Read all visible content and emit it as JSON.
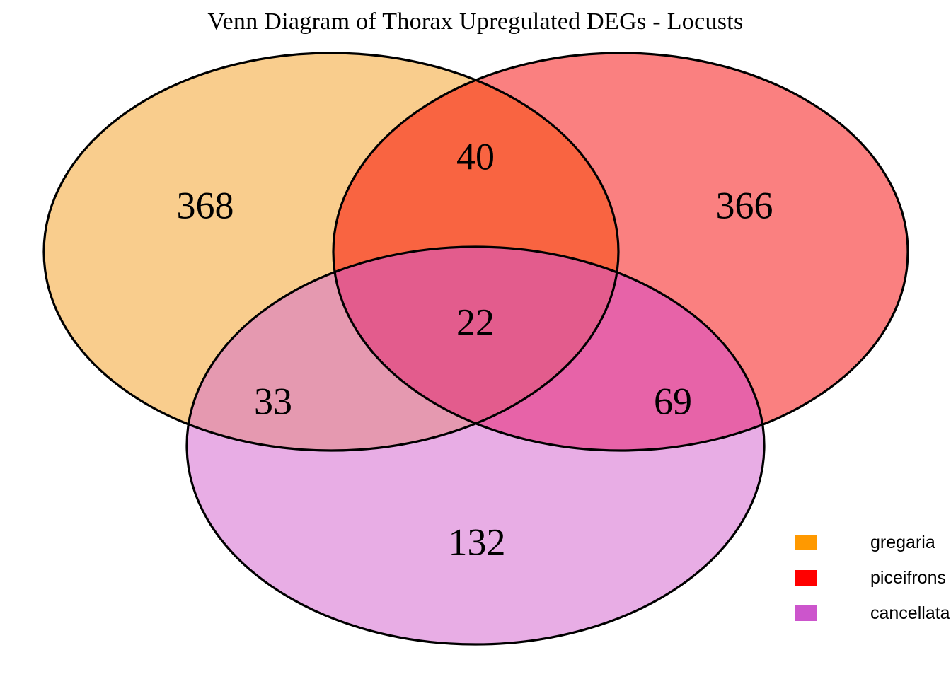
{
  "chart_data": {
    "type": "venn",
    "title": "Venn Diagram of Thorax Upregulated DEGs - Locusts",
    "sets": [
      "gregaria",
      "piceifrons",
      "cancellata"
    ],
    "set_colors": [
      "#FF9900",
      "#FF0000",
      "#CC55CC"
    ],
    "regions": [
      {
        "id": "gregaria_only",
        "label": "gregaria only",
        "value": 368,
        "fill": "#F9CD8D"
      },
      {
        "id": "piceifrons_only",
        "label": "piceifrons only",
        "value": 366,
        "fill": "#FA8080"
      },
      {
        "id": "cancellata_only",
        "label": "cancellata only",
        "value": 132,
        "fill": "#E8ADE5"
      },
      {
        "id": "greg_pice",
        "label": "gregaria & piceifrons",
        "value": 40,
        "fill": "#F96441"
      },
      {
        "id": "greg_canc",
        "label": "gregaria & cancellata",
        "value": 33,
        "fill": "#E599B0"
      },
      {
        "id": "pice_canc",
        "label": "piceifrons & cancellata",
        "value": 69,
        "fill": "#E763A8"
      },
      {
        "id": "all_three",
        "label": "gregaria & piceifrons & cancellata",
        "value": 22,
        "fill": "#E35C8D"
      }
    ],
    "grid": false,
    "legend_position": "bottom-right"
  },
  "title": {
    "text": "Venn Diagram of Thorax Upregulated DEGs - Locusts"
  },
  "counts": {
    "gregaria_only": "368",
    "piceifrons_only": "366",
    "cancellata_only": "132",
    "greg_pice": "40",
    "greg_canc": "33",
    "pice_canc": "69",
    "all_three": "22"
  },
  "legend": {
    "items": [
      {
        "label": "gregaria",
        "color": "#FF9900",
        "swatch_name": "legend-swatch-gregaria"
      },
      {
        "label": "piceifrons",
        "color": "#FF0000",
        "swatch_name": "legend-swatch-piceifrons"
      },
      {
        "label": "cancellata",
        "color": "#CC55CC",
        "swatch_name": "legend-swatch-cancellata"
      }
    ]
  }
}
